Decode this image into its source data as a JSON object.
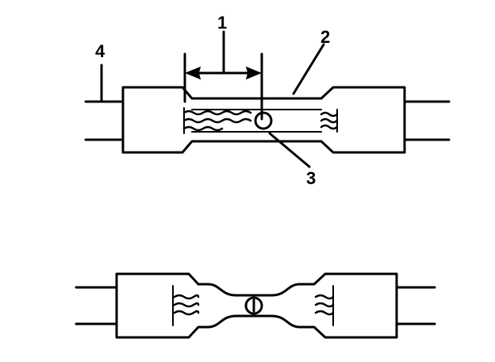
{
  "callouts": {
    "strip_length": "1",
    "splice_sleeve": "2",
    "inspection_hole": "3",
    "wire": "4"
  }
}
